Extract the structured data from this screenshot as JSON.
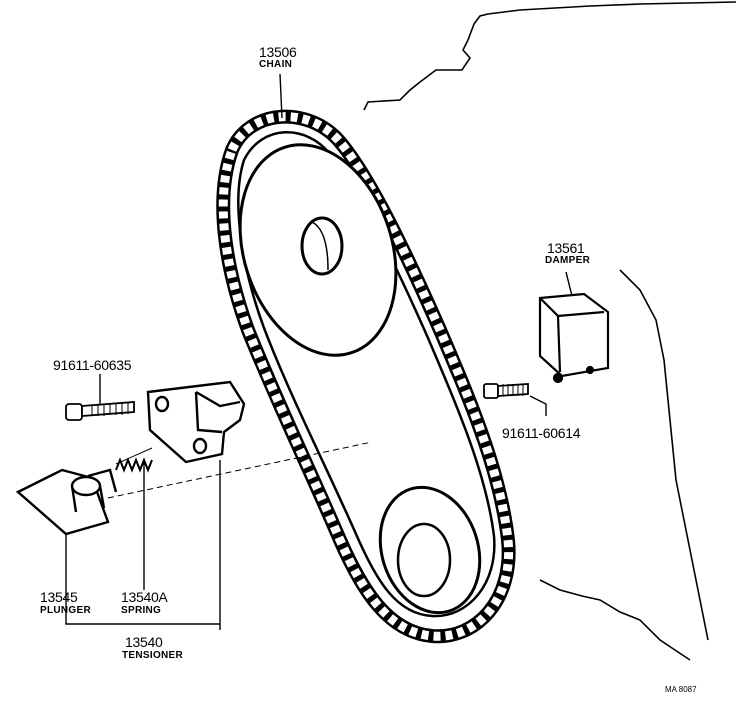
{
  "colors": {
    "ink": "#000000",
    "paper": "#ffffff"
  },
  "parts": {
    "chain": {
      "number": "13506",
      "name": "CHAIN"
    },
    "damper": {
      "number": "13561",
      "name": "DAMPER"
    },
    "bolt_tensioner": {
      "number": "91611-60635"
    },
    "bolt_damper": {
      "number": "91611-60614"
    },
    "plunger": {
      "number": "13545",
      "name": "PLUNGER"
    },
    "spring": {
      "number": "13540A",
      "name": "SPRING"
    },
    "tensioner": {
      "number": "13540",
      "name": "TENSIONER"
    }
  },
  "figure_ref": "MA 8087"
}
